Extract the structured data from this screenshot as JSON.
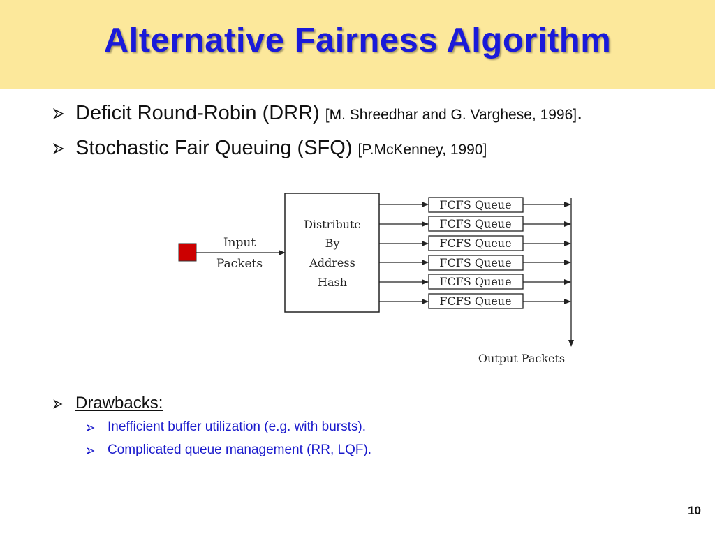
{
  "slide": {
    "title": "Alternative Fairness Algorithm",
    "page_number": "10",
    "colors": {
      "title_band": "#fce89b",
      "title_text": "#1a1ad9",
      "sub_bullet_text": "#1a1acc",
      "input_packet": "#cc0000"
    }
  },
  "bullets": [
    {
      "main": "Deficit Round-Robin (DRR) ",
      "ref": "[M. Shreedhar and G. Varghese, 1996]",
      "suffix": "."
    },
    {
      "main": "Stochastic Fair Queuing (SFQ) ",
      "ref": "[P.McKenney, 1990]",
      "suffix": ""
    }
  ],
  "drawbacks": {
    "heading": "Drawbacks:",
    "items": [
      "Inefficient buffer utilization (e.g. with bursts).",
      "Complicated queue management (RR, LQF)."
    ]
  },
  "diagram": {
    "input_label_line1": "Input",
    "input_label_line2": "Packets",
    "box_line1": "Distribute",
    "box_line2": "By",
    "box_line3": "Address",
    "box_line4": "Hash",
    "queues": [
      "FCFS Queue",
      "FCFS Queue",
      "FCFS Queue",
      "FCFS Queue",
      "FCFS Queue",
      "FCFS Queue"
    ],
    "output_label": "Output Packets"
  },
  "icons": {
    "bullet_arrow": "arrowhead-bullet-icon",
    "input_packet": "red-square-packet-icon"
  }
}
